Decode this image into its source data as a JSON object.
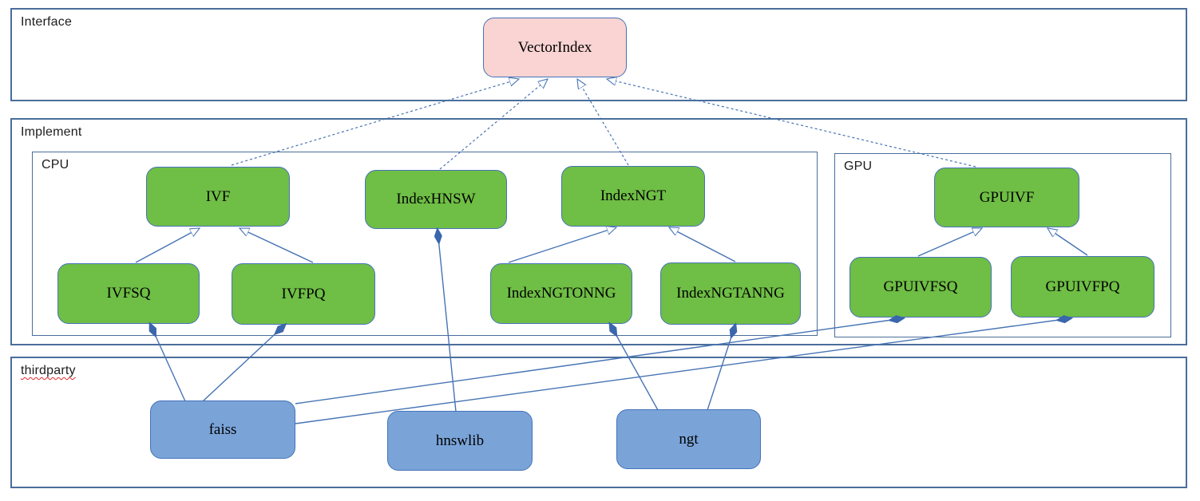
{
  "diagram": {
    "containers": [
      {
        "id": "interface",
        "label": "Interface"
      },
      {
        "id": "implement",
        "label": "Implement"
      },
      {
        "id": "cpu",
        "label": "CPU"
      },
      {
        "id": "gpu",
        "label": "GPU"
      },
      {
        "id": "thirdparty",
        "label": "thirdparty"
      }
    ],
    "nodes": [
      {
        "id": "vectorindex",
        "label": "VectorIndex",
        "group": "interface",
        "fill": "#f9d4d2"
      },
      {
        "id": "ivf",
        "label": "IVF",
        "group": "cpu",
        "fill": "#6fbe45"
      },
      {
        "id": "indexhnsw",
        "label": "IndexHNSW",
        "group": "cpu",
        "fill": "#6fbe45"
      },
      {
        "id": "indexngt",
        "label": "IndexNGT",
        "group": "cpu",
        "fill": "#6fbe45"
      },
      {
        "id": "ivfsq",
        "label": "IVFSQ",
        "group": "cpu",
        "fill": "#6fbe45"
      },
      {
        "id": "ivfpq",
        "label": "IVFPQ",
        "group": "cpu",
        "fill": "#6fbe45"
      },
      {
        "id": "indexngtonng",
        "label": "IndexNGTONNG",
        "group": "cpu",
        "fill": "#6fbe45"
      },
      {
        "id": "indexngtanng",
        "label": "IndexNGTANNG",
        "group": "cpu",
        "fill": "#6fbe45"
      },
      {
        "id": "gpuivf",
        "label": "GPUIVF",
        "group": "gpu",
        "fill": "#6fbe45"
      },
      {
        "id": "gpuivfsq",
        "label": "GPUIVFSQ",
        "group": "gpu",
        "fill": "#6fbe45"
      },
      {
        "id": "gpuivfpq",
        "label": "GPUIVFPQ",
        "group": "gpu",
        "fill": "#6fbe45"
      },
      {
        "id": "faiss",
        "label": "faiss",
        "group": "thirdparty",
        "fill": "#7aa4d8"
      },
      {
        "id": "hnswlib",
        "label": "hnswlib",
        "group": "thirdparty",
        "fill": "#7aa4d8"
      },
      {
        "id": "ngt",
        "label": "ngt",
        "group": "thirdparty",
        "fill": "#7aa4d8"
      }
    ],
    "edges": [
      {
        "from": "ivf",
        "to": "vectorindex",
        "type": "realization-dashed-hollow-arrow"
      },
      {
        "from": "indexhnsw",
        "to": "vectorindex",
        "type": "realization-dashed-hollow-arrow"
      },
      {
        "from": "indexngt",
        "to": "vectorindex",
        "type": "realization-dashed-hollow-arrow"
      },
      {
        "from": "gpuivf",
        "to": "vectorindex",
        "type": "realization-dashed-hollow-arrow"
      },
      {
        "from": "ivfsq",
        "to": "ivf",
        "type": "inheritance-hollow-arrow"
      },
      {
        "from": "ivfpq",
        "to": "ivf",
        "type": "inheritance-hollow-arrow"
      },
      {
        "from": "indexngtonng",
        "to": "indexngt",
        "type": "inheritance-hollow-arrow"
      },
      {
        "from": "indexngtanng",
        "to": "indexngt",
        "type": "inheritance-hollow-arrow"
      },
      {
        "from": "gpuivfsq",
        "to": "gpuivf",
        "type": "inheritance-hollow-arrow"
      },
      {
        "from": "gpuivfpq",
        "to": "gpuivf",
        "type": "inheritance-hollow-arrow"
      },
      {
        "from": "faiss",
        "to": "ivfsq",
        "type": "composition-filled-diamond"
      },
      {
        "from": "faiss",
        "to": "ivfpq",
        "type": "composition-filled-diamond"
      },
      {
        "from": "faiss",
        "to": "gpuivfsq",
        "type": "composition-filled-diamond"
      },
      {
        "from": "faiss",
        "to": "gpuivfpq",
        "type": "composition-filled-diamond"
      },
      {
        "from": "hnswlib",
        "to": "indexhnsw",
        "type": "composition-filled-diamond"
      },
      {
        "from": "ngt",
        "to": "indexngtonng",
        "type": "composition-filled-diamond"
      },
      {
        "from": "ngt",
        "to": "indexngtanng",
        "type": "composition-filled-diamond"
      }
    ],
    "colors": {
      "interface_node_fill": "#f9d4d2",
      "implement_node_fill": "#6fbe45",
      "thirdparty_node_fill": "#7aa4d8",
      "node_border": "#4673b9",
      "container_border": "#4a6e9b",
      "edge_line": "#4673b4",
      "spellcheck_underline": "#e0282e",
      "background": "#ffffff"
    }
  }
}
